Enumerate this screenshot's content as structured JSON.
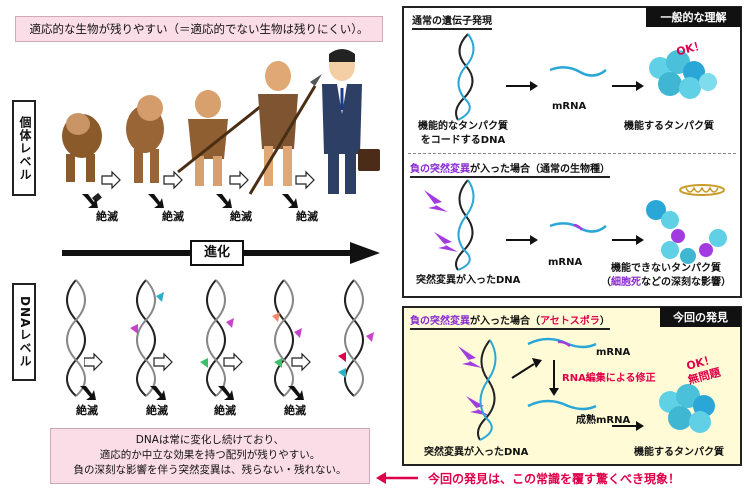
{
  "top_note": "適応的な生物が残りやすい（＝適応的でない生物は残りにくい）。",
  "left": {
    "individual_label": "個体レベル",
    "dna_label": "DNAレベル",
    "extinct_label": "絶滅",
    "evolution_label": "進化",
    "bottom_note": {
      "line1": "DNAは常に変化し続けており、",
      "line2": "適応的か中立な効果を持つ配列が残りやすい。",
      "line3": "負の深刻な影響を伴う突然変異は、残らない・残れない。"
    }
  },
  "general": {
    "tag": "一般的な理解",
    "normal_title": "通常の遺伝子発現",
    "dna_caption_1": "機能的なタンパク質",
    "dna_caption_2": "をコードするDNA",
    "mrna": "mRNA",
    "protein_ok": "機能するタンパク質",
    "ok": "OK！",
    "mut_title_highlight": "負の突然変異",
    "mut_title_rest": "が入った場合（通常の生物種）",
    "mut_dna": "突然変異が入ったDNA",
    "mut_protein_1": "機能できないタンパク質",
    "mut_protein_2_open": "（",
    "mut_protein_2_red": "細胞死",
    "mut_protein_2_rest": "などの深刻な影響）"
  },
  "finding": {
    "tag": "今回の発見",
    "title_highlight": "負の突然変異",
    "title_mid": "が入った場合（",
    "title_species": "アセトスポラ",
    "title_end": "）",
    "mrna": "mRNA",
    "edit_label": "RNA編集による修正",
    "mature_mrna": "成熟mRNA",
    "mut_dna": "突然変異が入ったDNA",
    "protein_ok": "機能するタンパク質",
    "ok": "OK！",
    "no_problem": "無問題"
  },
  "bottom_message": "今回の発見は、この常識を覆す驚くべき現象！",
  "colors": {
    "pink_box": "#fbdde8",
    "yellow_panel": "#fffbd6",
    "accent_red": "#e0004a",
    "accent_purple": "#8a2bd1",
    "dna_blue": "#2aa7d6",
    "protein_cyan": "#5fd0e6"
  }
}
